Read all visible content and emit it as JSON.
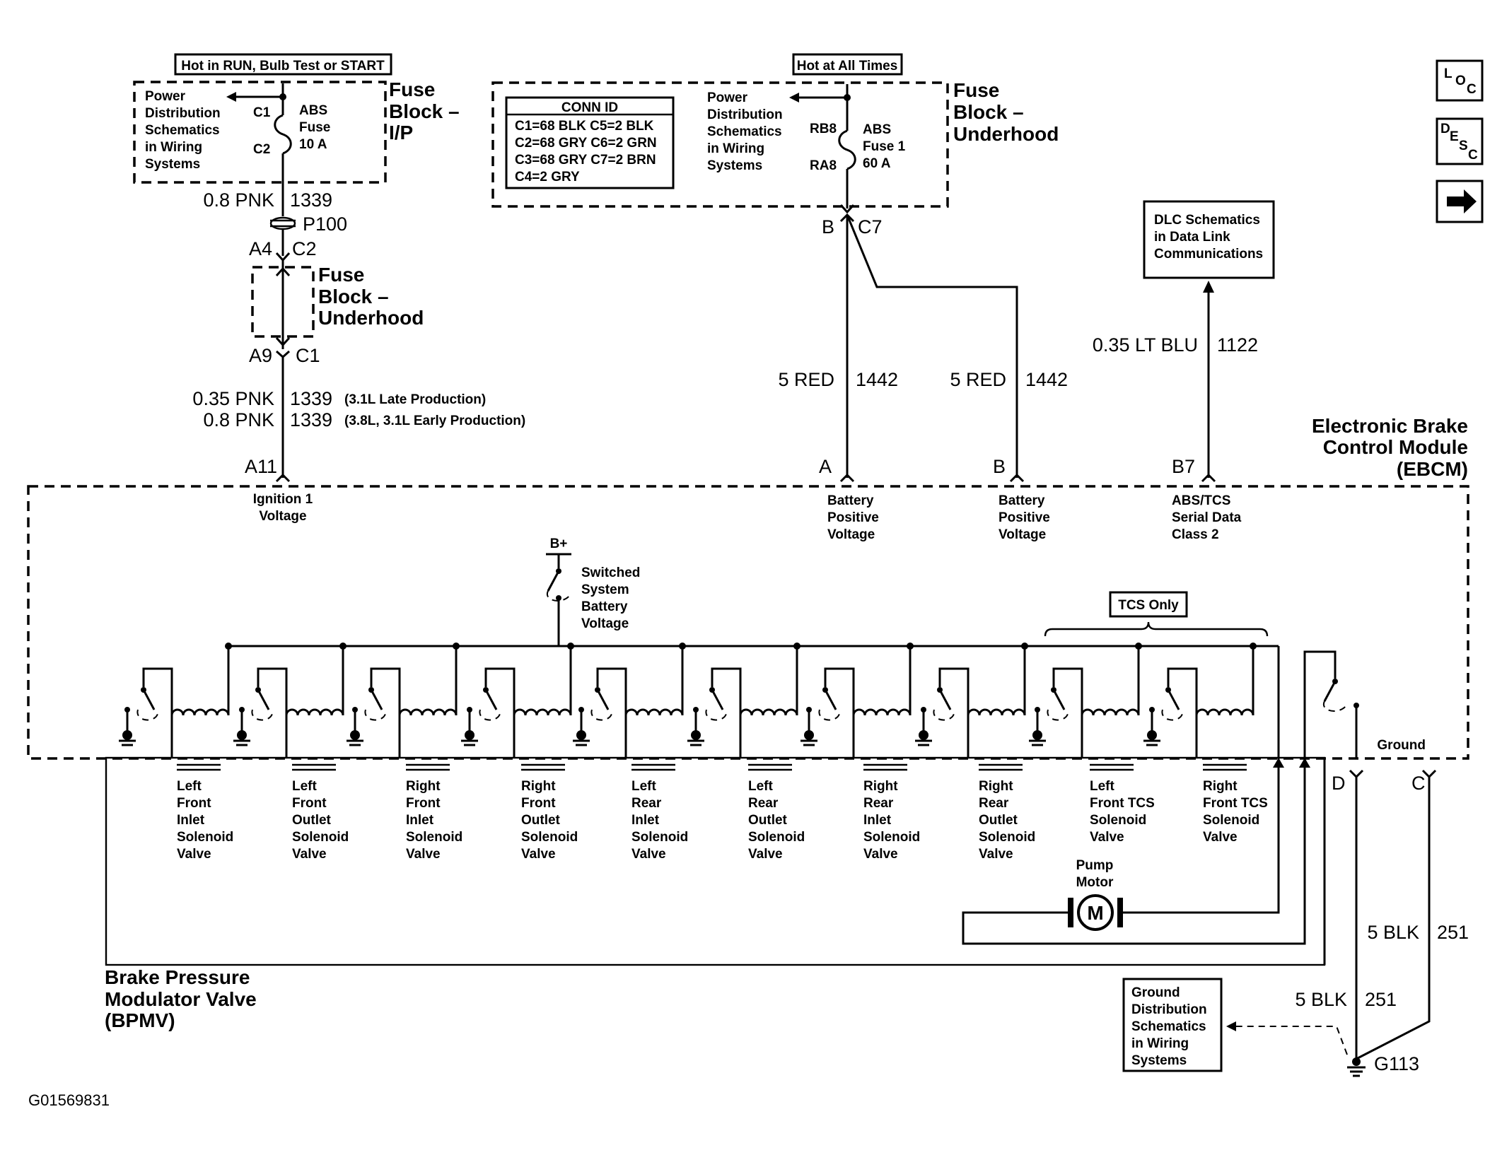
{
  "fuse_ip": {
    "header": "Hot in RUN, Bulb Test or START",
    "block_label": [
      "Fuse",
      "Block –",
      "I/P"
    ],
    "ref_text": [
      "Power",
      "Distribution",
      "Schematics",
      "in Wiring",
      "Systems"
    ],
    "top_pin": "C1",
    "bottom_pin": "C2",
    "fuse_name": [
      "ABS",
      "Fuse",
      "10 A"
    ]
  },
  "fuse_uh": {
    "header": "Hot at All Times",
    "block_label": [
      "Fuse",
      "Block –",
      "Underhood"
    ],
    "ref_text": [
      "Power",
      "Distribution",
      "Schematics",
      "in Wiring",
      "Systems"
    ],
    "top_pin": "RB8",
    "bottom_pin": "RA8",
    "fuse_name": [
      "ABS",
      "Fuse 1",
      "60 A"
    ]
  },
  "conn_id": {
    "title": "CONN ID",
    "rows": [
      "C1=68 BLK  C5=2 BLK",
      "C2=68 GRY  C6=2 GRN",
      "C3=68 GRY  C7=2 BRN",
      "C4=2 GRY"
    ]
  },
  "ign_circuit": {
    "wire_top": "0.8 PNK",
    "circuit": "1339",
    "splice": "P100",
    "pin_a4": "A4",
    "pin_c2": "C2",
    "uh_label": [
      "Fuse",
      "Block –",
      "Underhood"
    ],
    "pin_a9": "A9",
    "pin_c1": "C1",
    "wire_a": "0.35 PNK",
    "note_a": "(3.1L Late Production)",
    "wire_b": "0.8 PNK",
    "note_b": "(3.8L, 3.1L Early Production)",
    "pin_a11": "A11",
    "func": [
      "Ignition 1",
      "Voltage"
    ]
  },
  "batt_circuit": {
    "pin_b": "B",
    "pin_c7": "C7",
    "wire": "5 RED",
    "circuit": "1442",
    "pin_a_ebcm": "A",
    "pin_b_ebcm": "B",
    "func": [
      "Battery",
      "Positive",
      "Voltage"
    ]
  },
  "dlc": {
    "box": [
      "DLC Schematics",
      "in Data Link",
      "Communications"
    ],
    "wire": "0.35 LT BLU",
    "circuit": "1122",
    "pin": "B7",
    "func": [
      "ABS/TCS",
      "Serial Data",
      "Class 2"
    ]
  },
  "ebcm": {
    "label": [
      "Electronic Brake",
      "Control Module",
      "(EBCM)"
    ],
    "bplus": "B+",
    "switched": [
      "Switched",
      "System",
      "Battery",
      "Voltage"
    ],
    "tcs_only": "TCS Only",
    "ground": "Ground"
  },
  "valves": [
    [
      "Left",
      "Front",
      "Inlet",
      "Solenoid",
      "Valve"
    ],
    [
      "Left",
      "Front",
      "Outlet",
      "Solenoid",
      "Valve"
    ],
    [
      "Right",
      "Front",
      "Inlet",
      "Solenoid",
      "Valve"
    ],
    [
      "Right",
      "Front",
      "Outlet",
      "Solenoid",
      "Valve"
    ],
    [
      "Left",
      "Rear",
      "Inlet",
      "Solenoid",
      "Valve"
    ],
    [
      "Left",
      "Rear",
      "Outlet",
      "Solenoid",
      "Valve"
    ],
    [
      "Right",
      "Rear",
      "Inlet",
      "Solenoid",
      "Valve"
    ],
    [
      "Right",
      "Rear",
      "Outlet",
      "Solenoid",
      "Valve"
    ],
    [
      "Left",
      "Front TCS",
      "Solenoid",
      "Valve"
    ],
    [
      "Right",
      "Front TCS",
      "Solenoid",
      "Valve"
    ]
  ],
  "pump": {
    "label": [
      "Pump",
      "Motor"
    ],
    "symbol": "M"
  },
  "bpmv": {
    "label": [
      "Brake Pressure",
      "Modulator Valve",
      "(BPMV)"
    ]
  },
  "ground_circuit": {
    "pin_d": "D",
    "pin_c": "C",
    "wire": "5 BLK",
    "circuit": "251",
    "ground_id": "G113",
    "ref_box": [
      "Ground",
      "Distribution",
      "Schematics",
      "in Wiring",
      "Systems"
    ]
  },
  "nav": {
    "loc": [
      "L",
      "O",
      "C"
    ],
    "desc": [
      "D",
      "E",
      "S",
      "C"
    ],
    "next": "arrow-right-icon"
  },
  "figure_id": "G01569831"
}
